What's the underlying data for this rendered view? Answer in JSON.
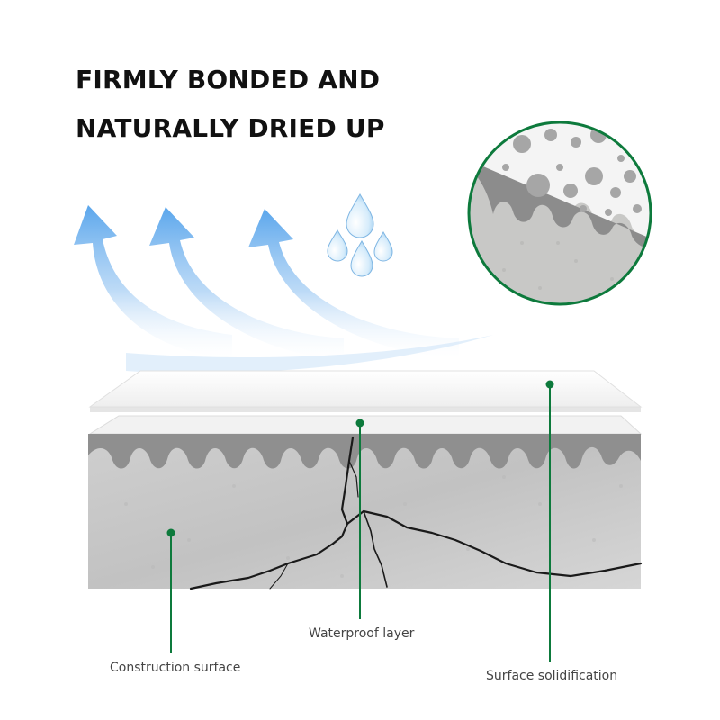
{
  "headline": {
    "line1": "FIRMLY BONDED AND",
    "line2": "NATURALLY DRIED UP"
  },
  "labels": {
    "construction_surface": "Construction surface",
    "waterproof_layer": "Waterproof layer",
    "surface_solidification": "Surface solidification"
  },
  "icons": {
    "arrows": "evaporation-arrows-icon",
    "drops": "water-drops-icon",
    "magnifier": "magnified-detail-circle"
  },
  "colors": {
    "arrow_blue": "#5aa6ec",
    "drop_blue": "#a9d4f2",
    "concrete": "#c9c9c9",
    "coating": "#8f8f8f",
    "leader_green": "#0d7a3c",
    "crack": "#1a1a1a"
  }
}
